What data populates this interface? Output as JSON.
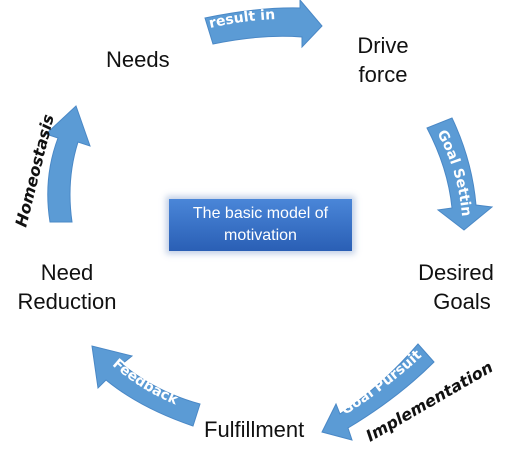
{
  "nodes": {
    "needs": "Needs",
    "drive_force": [
      "Drive",
      "force"
    ],
    "desired_goals": [
      "Desired",
      "Goals"
    ],
    "fulfillment": "Fulfillment",
    "need_reduction": [
      "Need",
      "Reduction"
    ]
  },
  "arrows": {
    "result_in": "result in",
    "goal_setting": "Goal Setting",
    "goal_pursuit": "Goal Pursuit",
    "feedback": "Feedback",
    "homeostasis": "Homeostasis",
    "implementation": "Implementation"
  },
  "center": {
    "line1": "The basic model of",
    "line2": "motivation"
  },
  "colors": {
    "arrow": "#5b9bd5",
    "arrow_edge": "#4a88c6",
    "box": "#2f6ec2"
  }
}
